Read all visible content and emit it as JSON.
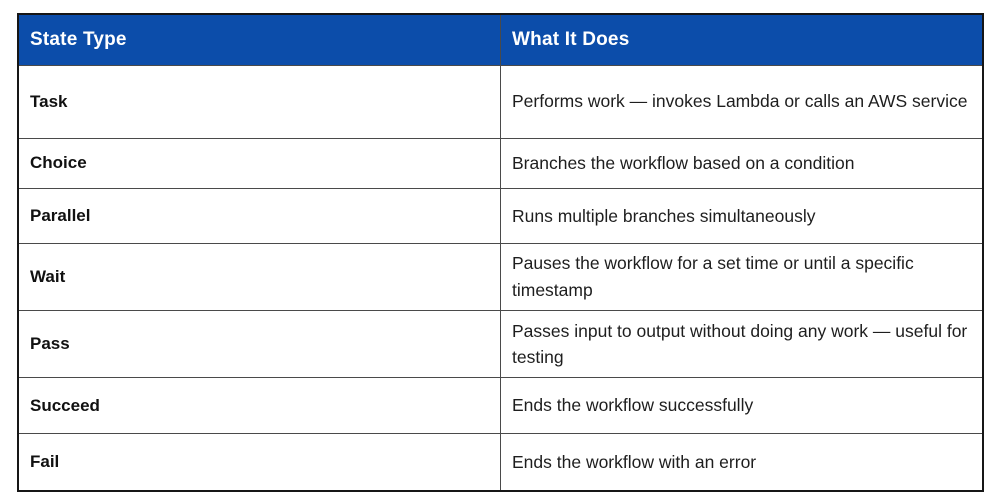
{
  "colors": {
    "header_bg": "#0C4DAA",
    "header_text": "#FFFFFF",
    "body_text": "#1E1E1E",
    "state_text": "#111111",
    "border_outer": "#161616",
    "border_inner": "#4A4A4A",
    "page_bg": "#FFFFFF"
  },
  "table": {
    "headers": [
      "State Type",
      "What It Does"
    ],
    "rows": [
      {
        "state": "Task",
        "description": "Performs work — invokes Lambda or calls an AWS service"
      },
      {
        "state": "Choice",
        "description": "Branches the workflow based on a condition"
      },
      {
        "state": "Parallel",
        "description": "Runs multiple branches simultaneously"
      },
      {
        "state": "Wait",
        "description": "Pauses the workflow for a set time or until a specific timestamp"
      },
      {
        "state": "Pass",
        "description": "Passes input to output without doing any work — useful for testing"
      },
      {
        "state": "Succeed",
        "description": "Ends the workflow successfully"
      },
      {
        "state": "Fail",
        "description": "Ends the workflow with an error"
      }
    ]
  }
}
